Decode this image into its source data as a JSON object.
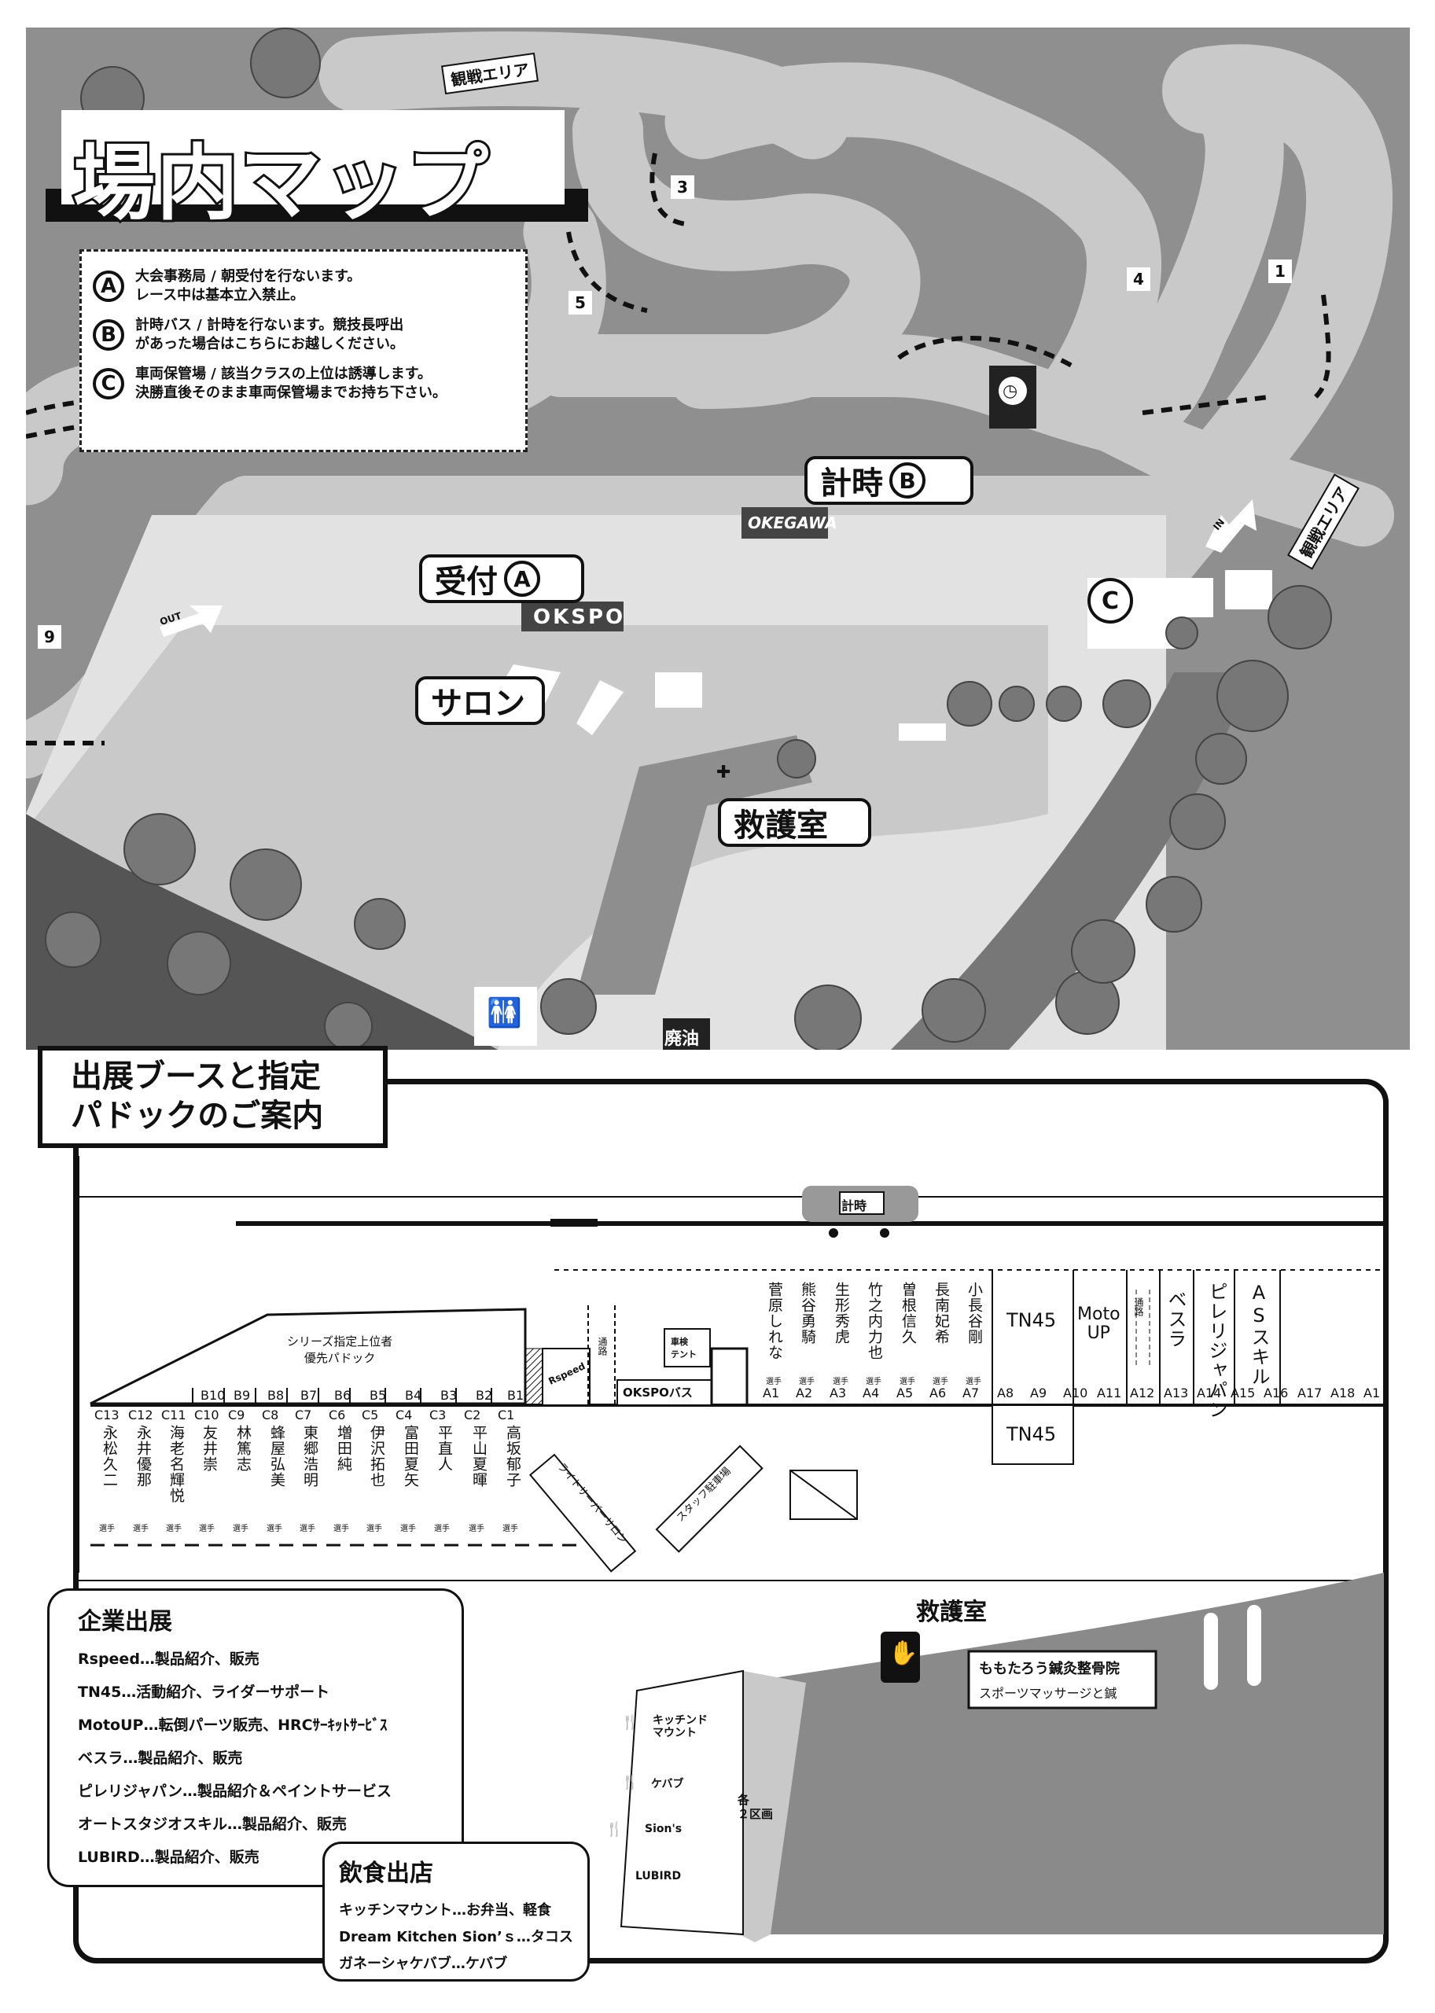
{
  "map": {
    "title": "場内マップ",
    "spectator_area_1": "観戦エリア",
    "spectator_area_2": "観戦エリア",
    "legend": [
      {
        "key": "A",
        "text": "大会事務局 / 朝受付を行ないます。\nレース中は基本立入禁止。"
      },
      {
        "key": "B",
        "text": "計時バス / 計時を行ないます。競技長呼出\nがあった場合はこちらにお越しください。"
      },
      {
        "key": "C",
        "text": "車両保管場 / 該当クラスの上位は誘導します。\n決勝直後そのまま車両保管場までお持ち下さい。"
      }
    ],
    "corners": [
      "1",
      "3",
      "4",
      "5",
      "9"
    ],
    "callouts": {
      "timing": "計時",
      "timing_key": "B",
      "reception": "受付",
      "reception_key": "A",
      "salon": "サロン",
      "first_aid": "救護室",
      "parc_ferme_key": "C"
    },
    "labels": {
      "okspo": "OKSPO",
      "okegawa": "OKEGAWA",
      "out": "OUT",
      "in": "IN",
      "waste_oil": "廃油"
    },
    "icons": [
      "clock-icon",
      "restroom-icon",
      "first-aid-icon"
    ]
  },
  "guide": {
    "title_line1": "出展ブースと指定",
    "title_line2": "パドックのご案内",
    "timing_bus": "計時",
    "series_paddock": "シリーズ指定上位者\n優先パドック",
    "passage": "通路",
    "inspection_tent": "車検\nテント",
    "okspo_bus": "OKSPOバス",
    "rspeed": "Rspeed",
    "lite_salon": "ライトサーバーサロン",
    "staff_parking": "スタッフ駐車場",
    "tn45": "TN45",
    "tn45_lower": "TN45",
    "motoup": "Moto\nUP",
    "besura": "ベスラ",
    "pirelli": "ピレリジャパン",
    "as_skill": "ASスキル",
    "player": "選手",
    "b_slots": [
      "B10",
      "B9",
      "B8",
      "B7",
      "B6",
      "B5",
      "B4",
      "B3",
      "B2",
      "B1"
    ],
    "c_slots": [
      {
        "code": "C13",
        "name": "永松久二"
      },
      {
        "code": "C12",
        "name": "永井優那"
      },
      {
        "code": "C11",
        "name": "海老名輝悦"
      },
      {
        "code": "C10",
        "name": "友井崇"
      },
      {
        "code": "C9",
        "name": "林篤志"
      },
      {
        "code": "C8",
        "name": "蜂屋弘美"
      },
      {
        "code": "C7",
        "name": "東郷浩明"
      },
      {
        "code": "C6",
        "name": "増田純"
      },
      {
        "code": "C5",
        "name": "伊沢拓也"
      },
      {
        "code": "C4",
        "name": "富田夏矢"
      },
      {
        "code": "C3",
        "name": "平直人"
      },
      {
        "code": "C2",
        "name": "平山夏暉"
      },
      {
        "code": "C1",
        "name": "高坂郁子"
      }
    ],
    "a_slots": [
      {
        "code": "A1",
        "name": "菅原しれな"
      },
      {
        "code": "A2",
        "name": "熊谷勇騎"
      },
      {
        "code": "A3",
        "name": "生形秀虎"
      },
      {
        "code": "A4",
        "name": "竹之内力也"
      },
      {
        "code": "A5",
        "name": "曽根信久"
      },
      {
        "code": "A6",
        "name": "長南妃希"
      },
      {
        "code": "A7",
        "name": "小長谷剛"
      },
      {
        "code": "A8",
        "name": ""
      },
      {
        "code": "A9",
        "name": ""
      },
      {
        "code": "A10",
        "name": ""
      },
      {
        "code": "A11",
        "name": ""
      },
      {
        "code": "A12",
        "name": ""
      },
      {
        "code": "A13",
        "name": ""
      },
      {
        "code": "A14",
        "name": ""
      },
      {
        "code": "A15",
        "name": ""
      },
      {
        "code": "A16",
        "name": ""
      },
      {
        "code": "A17",
        "name": ""
      },
      {
        "code": "A18",
        "name": ""
      },
      {
        "code": "A1",
        "name": ""
      }
    ],
    "first_aid": "救護室",
    "clinic_name": "ももたろう鍼灸整骨院",
    "clinic_desc": "スポーツマッサージと鍼",
    "food_stalls": [
      "キッチンド\nマウント",
      "ケバブ",
      "Sion's",
      "LUBIRD"
    ],
    "two_spaces": "各\n２区画",
    "companies_title": "企業出展",
    "companies": [
      "Rspeed…製品紹介、販売",
      "TN45…活動紹介、ライダーサポート",
      "MotoUP…転倒パーツ販売、HRCｻｰｷｯﾄｻｰﾋﾞｽ",
      "ベスラ…製品紹介、販売",
      "ピレリジャパン…製品紹介＆ペイントサービス",
      "オートスタジオスキル…製品紹介、販売",
      "LUBIRD…製品紹介、販売"
    ],
    "food_title": "飲食出店",
    "food": [
      "キッチンマウント…お弁当、軽食",
      "Dream Kitchen Sion’ｓ…タコス",
      "ガネーシャケバブ…ケバブ"
    ]
  }
}
